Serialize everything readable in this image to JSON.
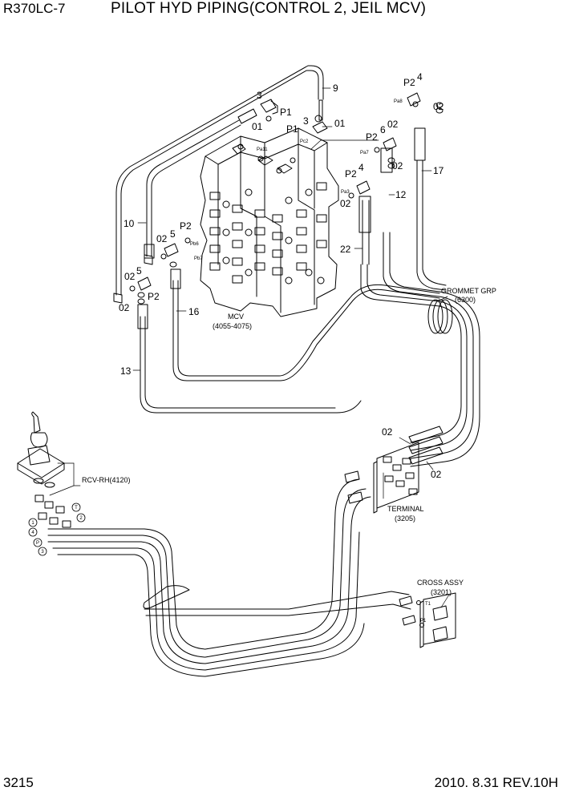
{
  "header": {
    "model": "R370LC-7",
    "title": "PILOT HYD PIPING(CONTROL 2, JEIL MCV)"
  },
  "footer": {
    "page_number": "3215",
    "revision": "2010. 8.31  REV.10H"
  },
  "callouts": {
    "p9": "9",
    "p10": "10",
    "p13": "13",
    "p16": "16",
    "p17": "17",
    "p12": "12",
    "p22": "22",
    "p3a": "3",
    "p3b": "3",
    "p01a": "01",
    "p01b": "01",
    "p1a": "P1",
    "p1b": "P1",
    "p2a": "P2",
    "p4a": "4",
    "p02a": "02",
    "p2b": "P2",
    "p6": "6",
    "p02b": "02",
    "p02c": "02",
    "p2c": "P2",
    "p4b": "4",
    "p02d": "02",
    "p2d": "P2",
    "p5a": "5",
    "p02e": "02",
    "p5b": "5",
    "p02f": "02",
    "p02g": "02",
    "p2e": "P2",
    "p02h": "02",
    "p02i": "02"
  },
  "port_labels": {
    "pa11": "Pa11",
    "pc2": "Pc2",
    "pa8": "Pa8",
    "pa7": "Pa7",
    "pa3": "Pa3",
    "pb6": "Pb6",
    "pb7": "Pb7",
    "t1": "T1",
    "p1": "P1"
  },
  "assemblies": {
    "mcv_name": "MCV",
    "mcv_code": "(4055-4075)",
    "grommet_name": "GROMMET GRP",
    "grommet_code": "(6300)",
    "rcv": "RCV-RH(4120)",
    "terminal_name": "TERMINAL",
    "terminal_code": "(3205)",
    "cross_name": "CROSS ASSY",
    "cross_code": "(3201)"
  },
  "rcv_ports": {
    "r1": "1",
    "r4": "4",
    "rP": "P",
    "r3": "3",
    "rT": "T",
    "r2": "2"
  }
}
